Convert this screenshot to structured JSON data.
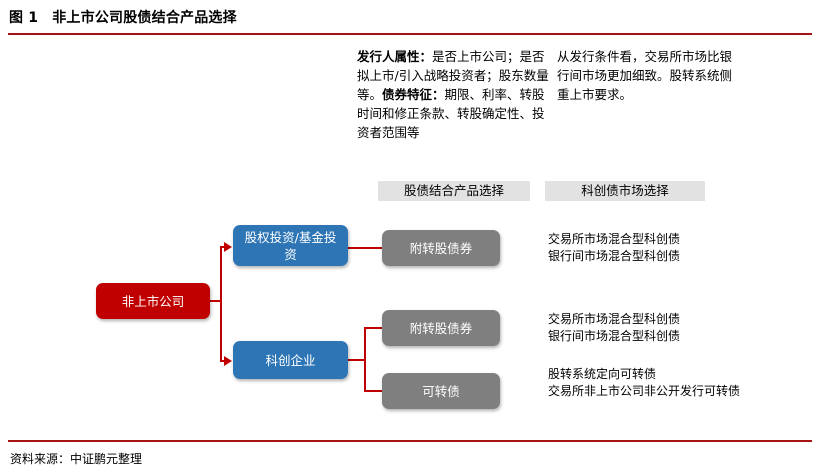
{
  "header": {
    "figure_number": "图 1",
    "title": "非上市公司股债结合产品选择"
  },
  "notes": {
    "issuer": {
      "lead_1": "发行人属性：",
      "body_1": "是否上市公司；是否拟上市/引入战略投资者；股东数量等。",
      "lead_2": "债券特征：",
      "body_2": "期限、利率、转股时间和修正条款、转股确定性、投资者范围等"
    },
    "market": {
      "text": "从发行条件看，交易所市场比银行间市场更加细致。股转系统侧重上市要求。"
    }
  },
  "column_headers": {
    "product": "股债结合产品选择",
    "market": "科创债市场选择"
  },
  "nodes": {
    "root": "非上市公司",
    "equity": "股权投资/基金投资",
    "tech": "科创企业",
    "product_1": "附转股债券",
    "product_2": "附转股债券",
    "product_3": "可转债"
  },
  "descriptions": {
    "row_1": "交易所市场混合型科创债\n银行间市场混合型科创债",
    "row_2": "交易所市场混合型科创债\n银行间市场混合型科创债",
    "row_3": "股转系统定向可转债\n交易所非上市公司非公开发行可转债"
  },
  "footer": {
    "source": "资料来源：中证鹏元整理"
  },
  "colors": {
    "accent_rule": "#a61414",
    "root_box": "#c00000",
    "branch_box": "#2e75b6",
    "product_box": "#7f7f7f",
    "header_bar": "#e2e2e2",
    "connector": "#c00000"
  }
}
